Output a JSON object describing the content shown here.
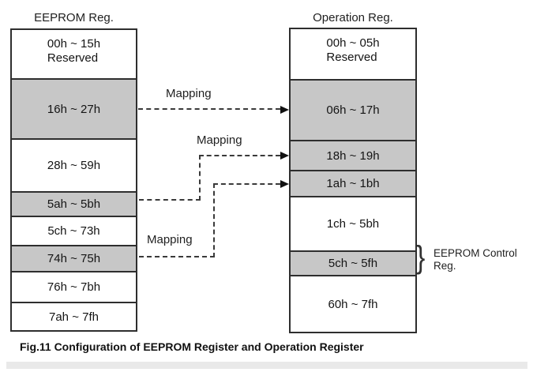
{
  "figure": {
    "caption": "Fig.11 Configuration of EEPROM Register and Operation Register"
  },
  "eeprom_register": {
    "title": "EEPROM Reg.",
    "rows": [
      {
        "label": "00h ~ 15h",
        "sublabel": "Reserved",
        "shaded": false
      },
      {
        "label": "16h ~ 27h",
        "shaded": true
      },
      {
        "label": "28h ~ 59h",
        "shaded": false
      },
      {
        "label": "5ah ~ 5bh",
        "shaded": true
      },
      {
        "label": "5ch ~ 73h",
        "shaded": false
      },
      {
        "label": "74h ~ 75h",
        "shaded": true
      },
      {
        "label": "76h ~ 7bh",
        "shaded": false
      },
      {
        "label": "7ah ~ 7fh",
        "shaded": false
      }
    ]
  },
  "operation_register": {
    "title": "Operation Reg.",
    "rows": [
      {
        "label": "00h ~ 05h",
        "sublabel": "Reserved",
        "shaded": false
      },
      {
        "label": "06h ~ 17h",
        "shaded": true
      },
      {
        "label": "18h ~ 19h",
        "shaded": true
      },
      {
        "label": "1ah ~ 1bh",
        "shaded": true
      },
      {
        "label": "1ch ~ 5bh",
        "shaded": false
      },
      {
        "label": "5ch ~ 5fh",
        "shaded": true
      },
      {
        "label": "60h ~ 7fh",
        "shaded": false
      }
    ]
  },
  "mappings": [
    {
      "label": "Mapping",
      "from": "16h ~ 27h",
      "to": "06h ~ 17h"
    },
    {
      "label": "Mapping",
      "from": "5ah ~ 5bh",
      "to": "18h ~ 19h"
    },
    {
      "label": "Mapping",
      "from": "74h ~ 75h",
      "to": "1ah ~ 1bh"
    }
  ],
  "annotations": {
    "eeprom_control": {
      "brace": "}",
      "line1": "EEPROM Control",
      "line2": "Reg."
    }
  },
  "colors": {
    "shaded_fill": "#c7c7c7",
    "line": "#2e2e2e",
    "text": "#1a1a1a"
  }
}
